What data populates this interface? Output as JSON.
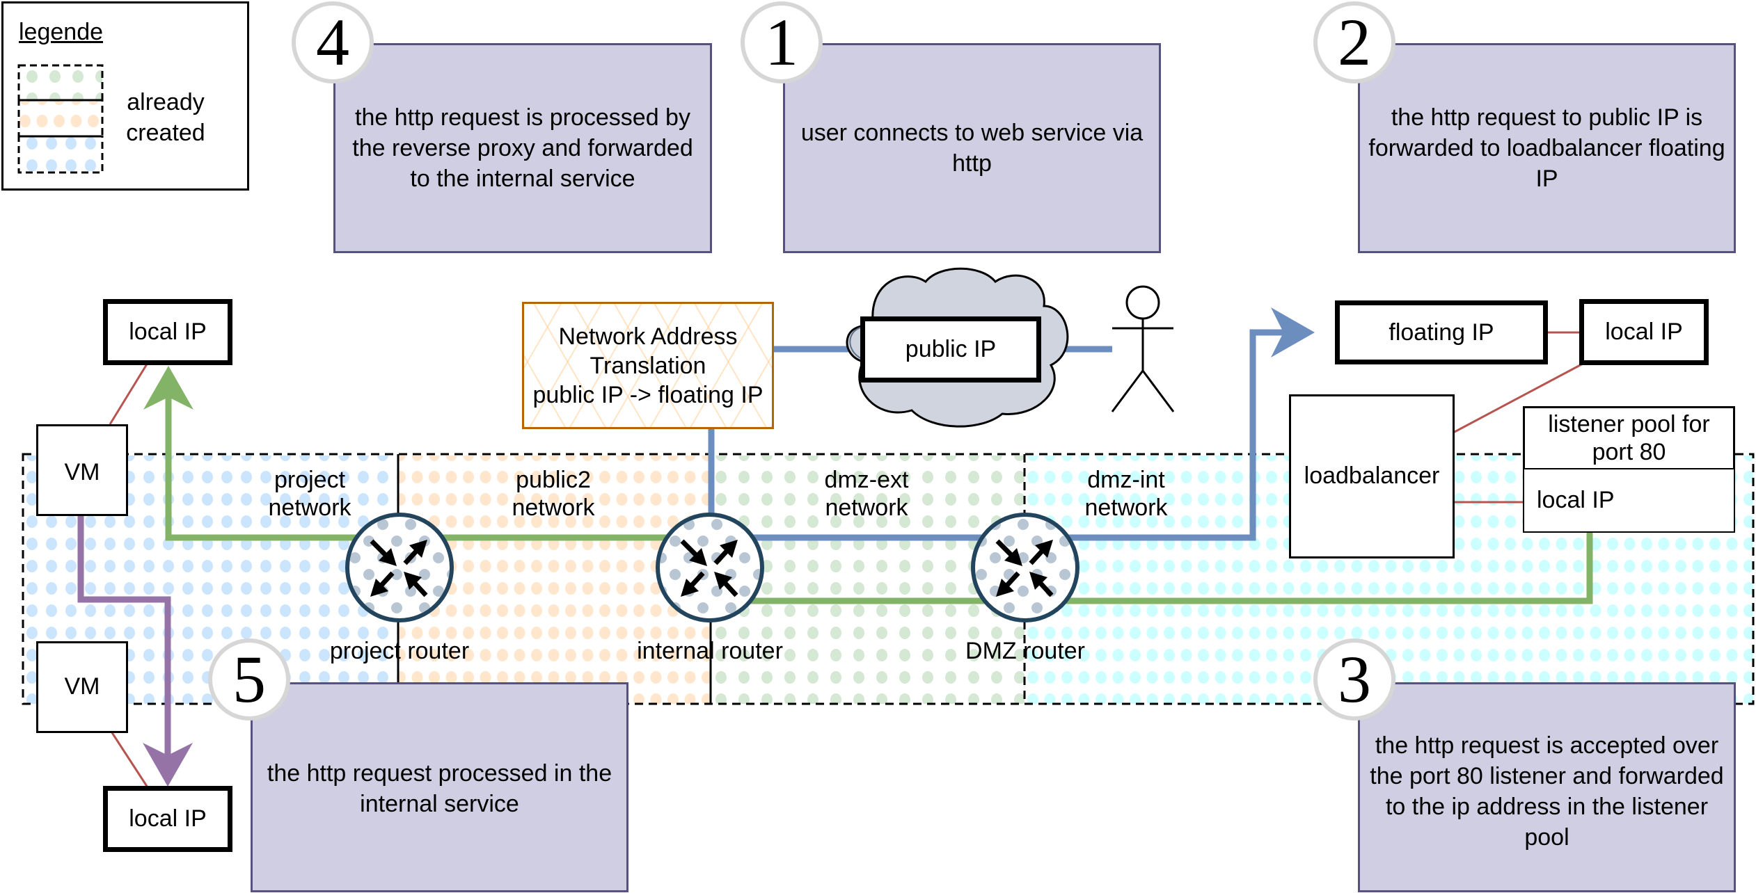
{
  "legend": {
    "title": "legende",
    "label": "already created",
    "swatches": [
      {
        "name": "green",
        "color": "#d5e8d4"
      },
      {
        "name": "orange",
        "color": "#ffe6cc"
      },
      {
        "name": "blue",
        "color": "#b1ddf0"
      }
    ]
  },
  "steps": [
    {
      "number": "4",
      "text": "the http request is processed by the reverse proxy and forwarded to the internal service"
    },
    {
      "number": "1",
      "text": "user connects to web service via http"
    },
    {
      "number": "2",
      "text": "the http request to public IP is forwarded to loadbalancer floating IP"
    },
    {
      "number": "3",
      "text": "the http request is accepted over the port 80 listener and forwarded to the ip address in the listener pool"
    },
    {
      "number": "5",
      "text": "the http request processed in the internal service"
    }
  ],
  "networks": [
    {
      "name": "project network",
      "line1": "project",
      "line2": "network",
      "dot_color": "#cce5ff"
    },
    {
      "name": "public2 network",
      "line1": "public2",
      "line2": "network",
      "dot_color": "#ffe6cc"
    },
    {
      "name": "dmz-ext network",
      "line1": "dmz-ext",
      "line2": "network",
      "dot_color": "#d5e8d4"
    },
    {
      "name": "dmz-int network",
      "line1": "dmz-int",
      "line2": "network",
      "dot_color": "#ccffff"
    }
  ],
  "routers": [
    {
      "label": "project router"
    },
    {
      "label": "internal router"
    },
    {
      "label": "DMZ router"
    }
  ],
  "nodes": {
    "vm_top": "VM",
    "vm_bottom": "VM",
    "local_ip_top": "local IP",
    "local_ip_bottom": "local IP",
    "nat_line1": "Network Address",
    "nat_line2": "Translation",
    "nat_line3": "public IP -> floating IP",
    "public_ip": "public IP",
    "floating_ip": "floating IP",
    "lb_local_ip": "local IP",
    "loadbalancer": "loadbalancer",
    "listener_pool": "listener pool for port 80",
    "listener_local_ip": "local IP"
  },
  "colors": {
    "flow_blue": "#6c8ebf",
    "flow_green": "#82b366",
    "flow_purple": "#9673a6",
    "link_red": "#b85450",
    "note_fill": "#d0cee2",
    "note_border": "#56517e",
    "router_stroke": "#23445d",
    "nat_border": "#b46504",
    "cloud_fill": "#d0d4de"
  }
}
